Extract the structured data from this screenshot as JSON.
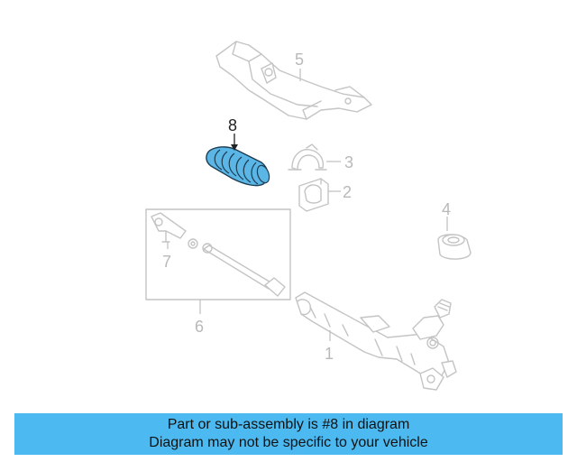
{
  "callouts": {
    "c1": "1",
    "c2": "2",
    "c3": "3",
    "c4": "4",
    "c5": "5",
    "c6": "6",
    "c7": "7",
    "c8": "8"
  },
  "highlight_color": "#5bb6e6",
  "banner": {
    "line1": "Part or sub-assembly is #8 in diagram",
    "line2": "Diagram may not be specific to your vehicle",
    "background": "#4cbaf0"
  }
}
